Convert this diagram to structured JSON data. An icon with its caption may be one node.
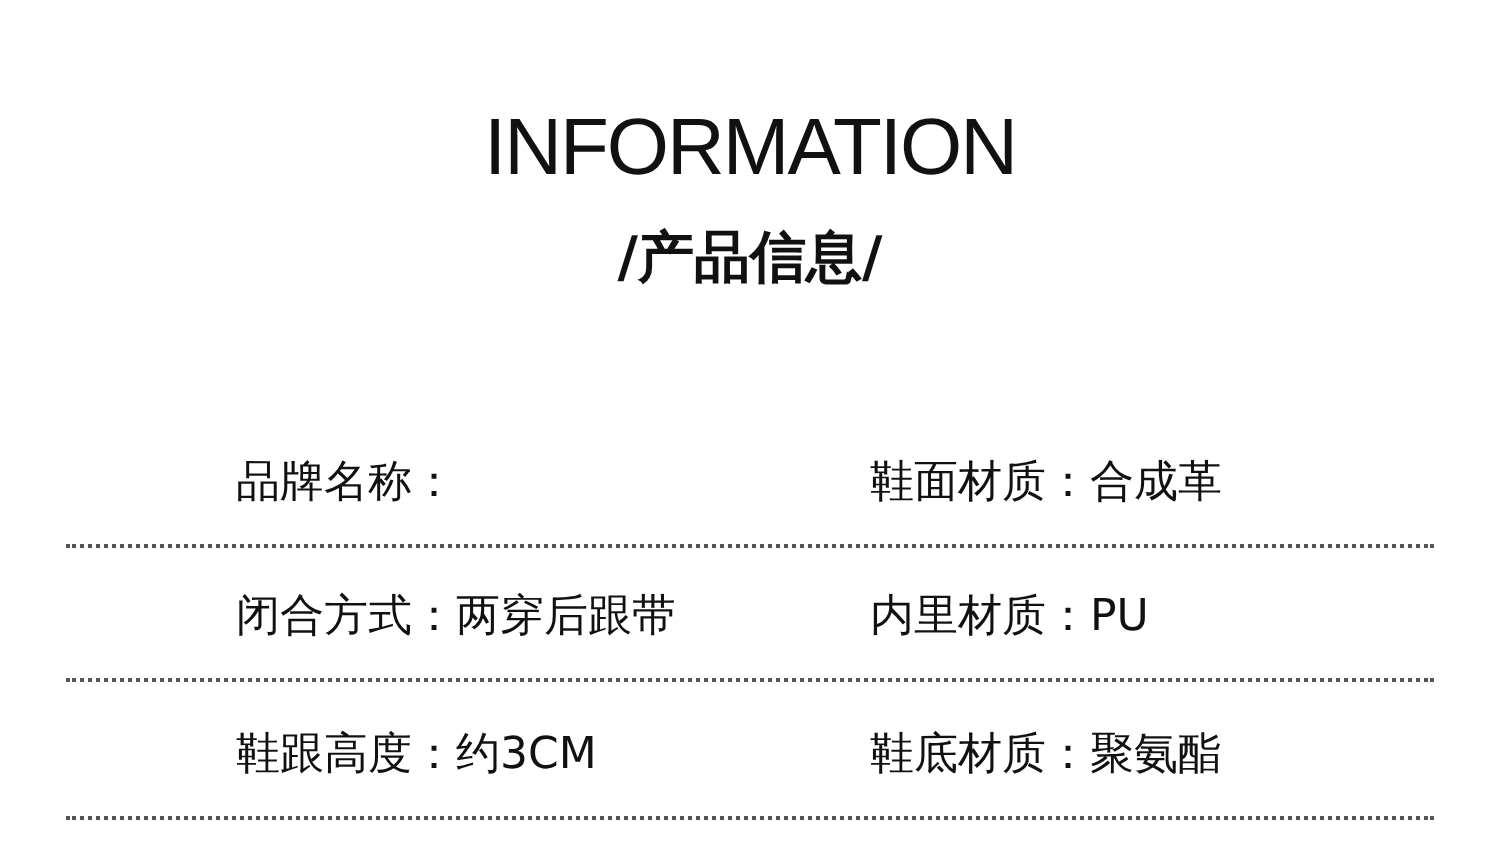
{
  "diagram": {
    "title": "INFORMATION",
    "labels": [
      "/产品信息/",
      "品牌名称：",
      "鞋面材质：合成革",
      "闭合方式：两穿后跟带",
      "内里材质：PU",
      "鞋跟高度：约3CM",
      "鞋底材质：聚氨酯"
    ]
  }
}
